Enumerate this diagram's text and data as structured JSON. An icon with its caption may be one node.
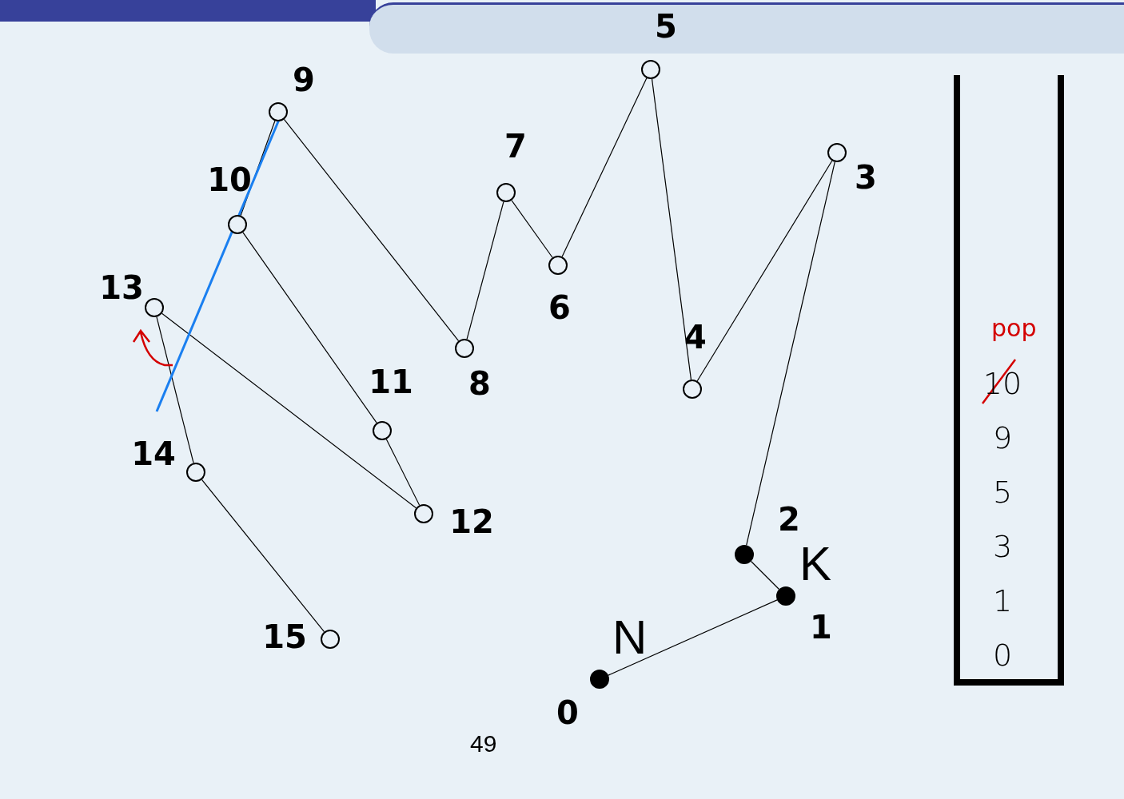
{
  "diagram": {
    "nodes": [
      {
        "text": [],
        "shape": "dot",
        "beside": [
          "0"
        ]
      },
      {
        "text": [],
        "shape": "dot",
        "beside": [
          "1"
        ]
      },
      {
        "text": [],
        "shape": "dot",
        "beside": [
          "2"
        ]
      },
      {
        "text": [],
        "shape": "circle",
        "beside": [
          "3"
        ]
      },
      {
        "text": [],
        "shape": "circle",
        "beside": [
          "4"
        ]
      },
      {
        "text": [],
        "shape": "circle",
        "beside": [
          "5"
        ]
      },
      {
        "text": [],
        "shape": "circle",
        "beside": [
          "6"
        ]
      },
      {
        "text": [],
        "shape": "circle",
        "beside": [
          "7"
        ]
      },
      {
        "text": [],
        "shape": "circle",
        "beside": [
          "8"
        ]
      },
      {
        "text": [],
        "shape": "circle",
        "beside": [
          "9"
        ]
      },
      {
        "text": [],
        "shape": "circle",
        "beside": [
          "10"
        ]
      },
      {
        "text": [],
        "shape": "circle",
        "beside": [
          "11"
        ]
      },
      {
        "text": [],
        "shape": "circle",
        "beside": [
          "12"
        ]
      },
      {
        "text": [],
        "shape": "circle",
        "beside": [
          "13"
        ]
      },
      {
        "text": [],
        "shape": "circle",
        "beside": [
          "14"
        ]
      },
      {
        "text": [],
        "shape": "circle",
        "beside": [
          "15"
        ]
      },
      {
        "text": [
          "10",
          "9",
          "5",
          "3",
          "1",
          "0"
        ]
      }
    ],
    "edges": [
      {
        "from": 0,
        "to": 1,
        "arrow": "none"
      },
      {
        "from": 1,
        "to": 2,
        "arrow": "none"
      },
      {
        "from": 2,
        "to": 3,
        "arrow": "none"
      },
      {
        "from": 3,
        "to": 4,
        "arrow": "none"
      },
      {
        "from": 4,
        "to": 5,
        "arrow": "none"
      },
      {
        "from": 5,
        "to": 6,
        "arrow": "none"
      },
      {
        "from": 6,
        "to": 7,
        "arrow": "none"
      },
      {
        "from": 7,
        "to": 8,
        "arrow": "none"
      },
      {
        "from": 8,
        "to": 9,
        "arrow": "none"
      },
      {
        "from": 9,
        "to": 10,
        "arrow": "none"
      },
      {
        "from": 10,
        "to": 11,
        "arrow": "none"
      },
      {
        "from": 11,
        "to": 12,
        "arrow": "none"
      },
      {
        "from": 12,
        "to": 13,
        "arrow": "none"
      },
      {
        "from": 13,
        "to": 14,
        "arrow": "none"
      },
      {
        "from": 14,
        "to": 15,
        "arrow": "none"
      }
    ],
    "labels": [
      "pop",
      "K",
      "N",
      "49"
    ]
  }
}
